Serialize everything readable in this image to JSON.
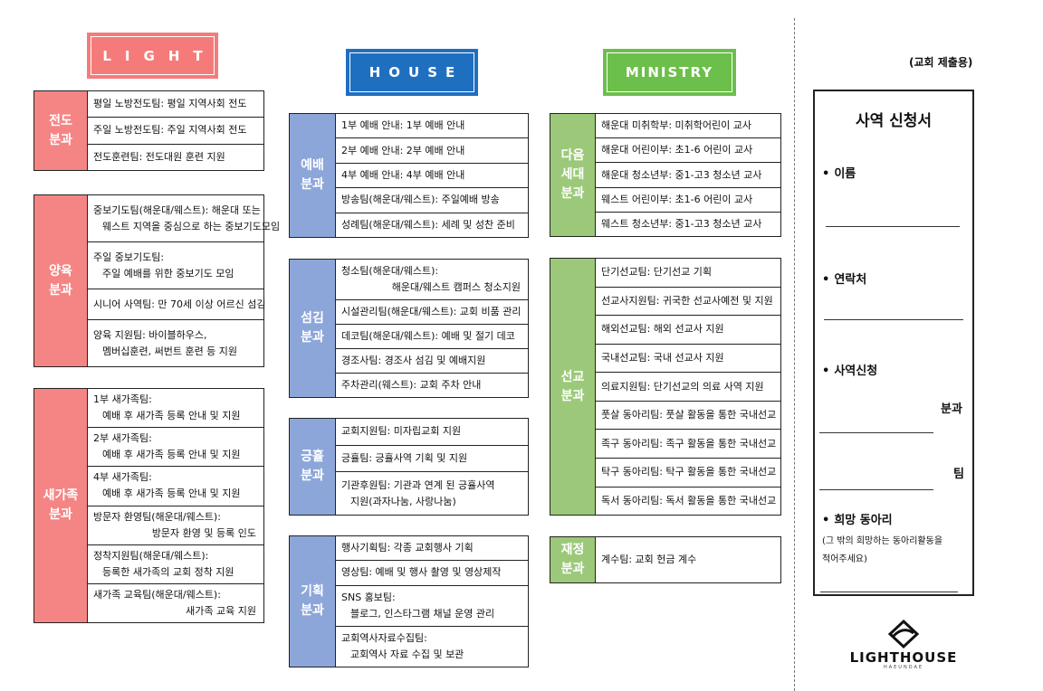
{
  "headers": {
    "light": "LIGHT",
    "house": "HOUSE",
    "ministry": "MINISTRY"
  },
  "light": {
    "evangelism": {
      "label": "전도\n분과",
      "items": [
        [
          "평일 노방전도팀: 평일 지역사회 전도"
        ],
        [
          "주일 노방전도팀: 주일 지역사회 전도"
        ],
        [
          "전도훈련팀: 전도대원 훈련 지원"
        ]
      ]
    },
    "nurture": {
      "label": "양육\n분과",
      "items": [
        [
          "중보기도팀(해운대/웨스트): 해운대 또는",
          "웨스트 지역을 중심으로 하는 중보기도모임"
        ],
        [
          "주일 중보기도팀:",
          "주일 예배를 위한 중보기도 모임"
        ],
        [
          "시니어 사역팀: 만 70세 이상 어르신 섬김"
        ],
        [
          "양육 지원팀: 바이블하우스,",
          "멤버십훈련, 써번트 훈련 등 지원"
        ]
      ]
    },
    "newfamily": {
      "label": "새가족\n분과",
      "items": [
        [
          "1부 새가족팀:",
          "예배 후 새가족 등록 안내 및 지원"
        ],
        [
          "2부 새가족팀:",
          "예배 후 새가족 등록 안내 및 지원"
        ],
        [
          "4부 새가족팀:",
          "예배 후 새가족 등록 안내 및 지원"
        ],
        [
          "방문자 환영팀(해운대/웨스트):",
          "방문자 환영 및 등록 인도"
        ],
        [
          "정착지원팀(해운대/웨스트):",
          "등록한 새가족의 교회 정착 지원"
        ],
        [
          "새가족 교육팀(해운대/웨스트):",
          "새가족 교육 지원"
        ]
      ]
    }
  },
  "house": {
    "worship": {
      "label": "예배\n분과",
      "items": [
        [
          "1부 예배 안내: 1부 예배 안내"
        ],
        [
          "2부 예배 안내: 2부 예배 안내"
        ],
        [
          "4부 예배 안내: 4부 예배 안내"
        ],
        [
          "방송팀(해운대/웨스트): 주일예배 방송"
        ],
        [
          "성례팀(해운대/웨스트): 세례 및 성찬 준비"
        ]
      ]
    },
    "service": {
      "label": "섬김\n분과",
      "items": [
        [
          "청소팀(해운대/웨스트):",
          "해운대/웨스트 캠퍼스 청소지원"
        ],
        [
          "시설관리팀(해운대/웨스트): 교회 비품 관리"
        ],
        [
          "데코팀(해운대/웨스트): 예배 및 절기 데코"
        ],
        [
          "경조사팀: 경조사 섬김 및 예배지원"
        ],
        [
          "주차관리(웨스트): 교회 주차 안내"
        ]
      ]
    },
    "mercy": {
      "label": "긍휼\n분과",
      "items": [
        [
          "교회지원팀: 미자립교회 지원"
        ],
        [
          "긍휼팀: 긍휼사역 기획 및 지원"
        ],
        [
          "기관후원팀: 기관과 연계 된 긍휼사역",
          "지원(과자나눔, 사랑나눔)"
        ]
      ]
    },
    "planning": {
      "label": "기획\n분과",
      "items": [
        [
          "행사기획팀:  각종 교회행사 기획"
        ],
        [
          "영상팀: 예배 및 행사 촬영 및 영상제작"
        ],
        [
          "SNS 홍보팀:",
          "블로그, 인스타그램 채널 운영 관리"
        ],
        [
          "교회역사자료수집팀:",
          "교회역사 자료 수집 및 보관"
        ]
      ]
    }
  },
  "ministry": {
    "nextgen": {
      "label": "다음\n세대\n분과",
      "items": [
        [
          "해운대 미취학부: 미취학어린이 교사"
        ],
        [
          "해운대 어린이부: 초1-6 어린이 교사"
        ],
        [
          "해운대 청소년부: 중1-고3 청소년 교사"
        ],
        [
          "웨스트 어린이부: 초1-6 어린이 교사"
        ],
        [
          "웨스트 청소년부: 중1-고3 청소년 교사"
        ]
      ]
    },
    "mission": {
      "label": "선교\n분과",
      "items": [
        [
          "단기선교팀: 단기선교 기획"
        ],
        [
          "선교사지원팀: 귀국한 선교사예전 및 지원"
        ],
        [
          "해외선교팀: 해외 선교사 지원"
        ],
        [
          "국내선교팀: 국내 선교사 지원"
        ],
        [
          "의료지원팀: 단기선교의 의료 사역 지원"
        ],
        [
          "풋살 동아리팀: 풋살 활동을 통한 국내선교"
        ],
        [
          "족구 동아리팀: 족구 활동을 통한 국내선교"
        ],
        [
          "탁구 동아리팀: 탁구 활동을 통한 국내선교"
        ],
        [
          "독서 동아리팀: 독서 활동을 통한 국내선교"
        ]
      ]
    },
    "finance": {
      "label": "재정\n분과",
      "items": [
        [
          "계수팀: 교회 헌금 계수"
        ]
      ]
    }
  },
  "form": {
    "note_top": "(교회 제출용)",
    "title": "사역 신청서",
    "name": "이름",
    "contact": "연락처",
    "apply": "사역신청",
    "dept_suffix": "분과",
    "team_suffix": "팀",
    "club": "희망 동아리",
    "club_note_1": "(그 밖의 희망하는 동아리활동을",
    "club_note_2": "적어주세요)"
  },
  "logo": {
    "name": "LIGHTHOUSE",
    "sub": "HAEUNDAE"
  }
}
